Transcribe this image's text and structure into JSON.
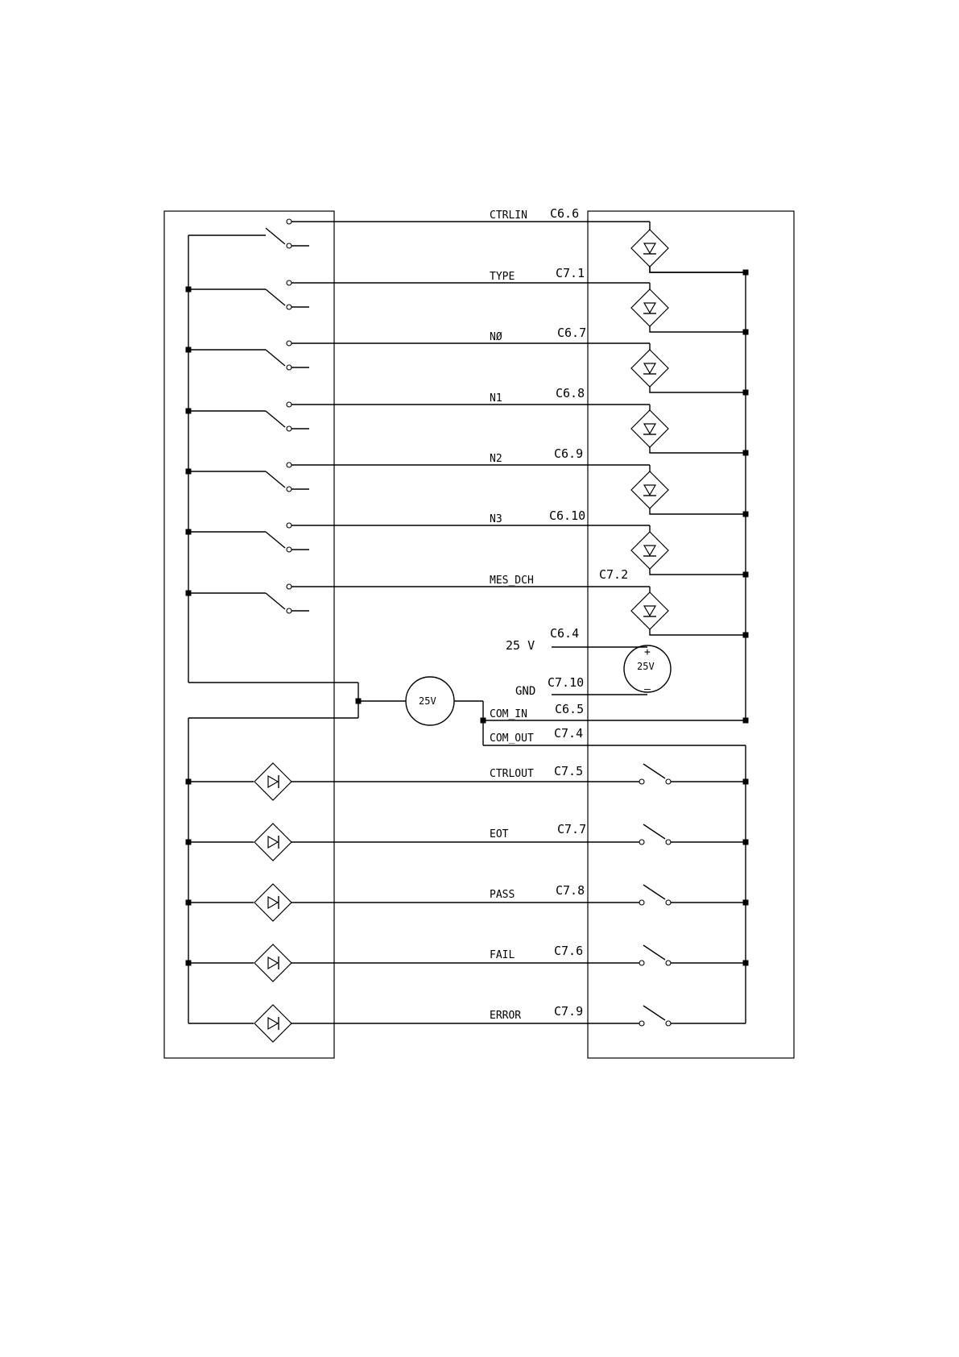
{
  "colors": {
    "ink": "#000000",
    "background": "#ffffff"
  },
  "inputs": [
    {
      "signal": "CTRLIN",
      "pin": "C6.6"
    },
    {
      "signal": "TYPE",
      "pin": "C7.1"
    },
    {
      "signal": "NØ",
      "pin": "C6.7"
    },
    {
      "signal": "N1",
      "pin": "C6.8"
    },
    {
      "signal": "N2",
      "pin": "C6.9"
    },
    {
      "signal": "N3",
      "pin": "C6.10"
    },
    {
      "signal": "MES_DCH",
      "pin": "C7.2"
    }
  ],
  "power": {
    "v25_label": "25 V",
    "v25_pin": "C6.4",
    "gnd_label": "GND",
    "gnd_pin": "C7.10",
    "source_right_label": "25V",
    "source_right_plus": "+",
    "source_right_minus": "–",
    "source_left_label": "25V"
  },
  "common": [
    {
      "signal": "COM_IN",
      "pin": "C6.5"
    },
    {
      "signal": "COM_OUT",
      "pin": "C7.4"
    }
  ],
  "outputs": [
    {
      "signal": "CTRLOUT",
      "pin": "C7.5"
    },
    {
      "signal": "EOT",
      "pin": "C7.7"
    },
    {
      "signal": "PASS",
      "pin": "C7.8"
    },
    {
      "signal": "FAIL",
      "pin": "C7.6"
    },
    {
      "signal": "ERROR",
      "pin": "C7.9"
    }
  ]
}
